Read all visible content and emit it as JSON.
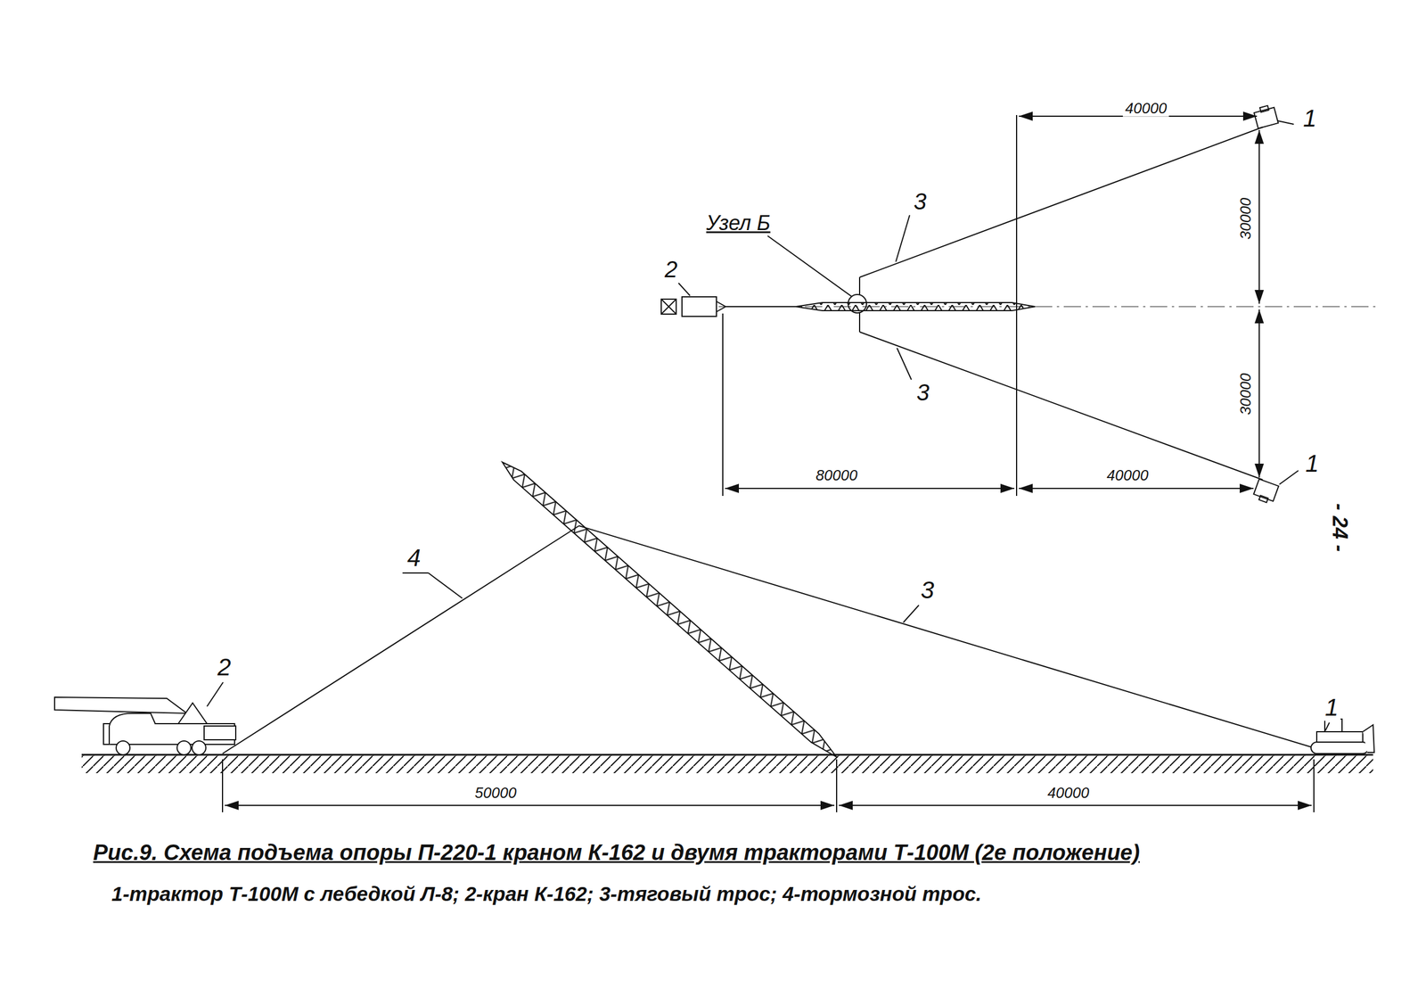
{
  "diagram": {
    "caption": "Рис.9. Схема подъема опоры П-220-1 краном К-162 и двумя тракторами Т-100М (2е положение)",
    "labels": [
      "40000",
      "1",
      "Узел Б",
      "3",
      "30000",
      "2",
      "3",
      "30000",
      "80000",
      "40000",
      "1",
      "- 24 -",
      "4",
      "3",
      "2",
      "1",
      "50000",
      "40000",
      "1-трактор Т-100М с лебедкой Л-8; 2-кран К-162; 3-тяговый трос; 4-тормозной трос."
    ]
  }
}
